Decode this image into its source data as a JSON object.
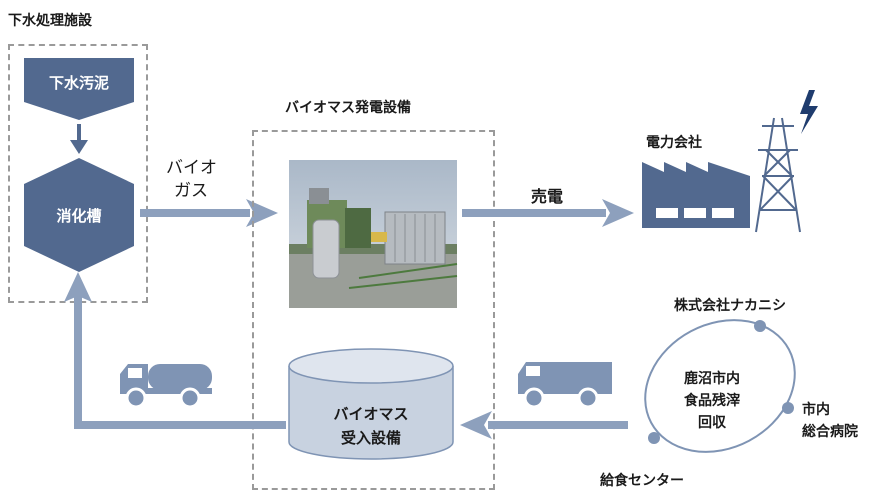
{
  "facility_title": "下水処理施設",
  "sludge_label": "下水汚泥",
  "digester_label": "消化槽",
  "biogas_label_line1": "バイオ",
  "biogas_label_line2": "ガス",
  "power_facility_title": "バイオマス発電設備",
  "sell_power_label": "売電",
  "power_company_label": "電力会社",
  "reception_label_line1": "バイオマス",
  "reception_label_line2": "受入設備",
  "cycle": {
    "top": "株式会社ナカニシ",
    "center_line1": "鹿沼市内",
    "center_line2": "食品残滓",
    "center_line3": "回収",
    "right_line1": "市内",
    "right_line2": "総合病院",
    "bottom": "給食センター"
  },
  "colors": {
    "primary": "#52698f",
    "arrow": "#8da0bd",
    "truck": "#7f94b4",
    "tank": "#c8d2e0",
    "dashed": "#9a9a9a",
    "lightning": "#1f3c6e"
  },
  "icons": [
    "truck-icon",
    "factory-icon",
    "transmission-tower-icon",
    "lightning-icon"
  ]
}
